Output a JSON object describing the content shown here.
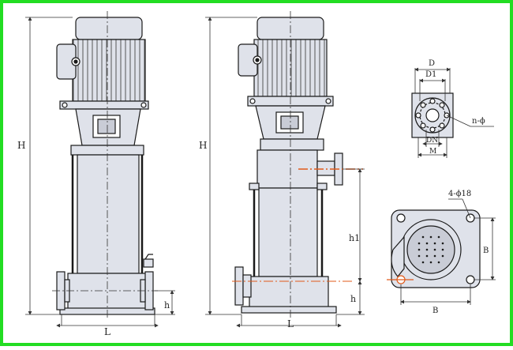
{
  "colors": {
    "border": "#22dd22",
    "body": "#dfe2ea",
    "body_dark": "#c9ccd6",
    "line": "#1a1a1a",
    "dim": "#333333",
    "accent": "#e05a1a"
  },
  "labels": {
    "h_left": "H",
    "h_mid": "H",
    "h1": "h1",
    "h_small_left": "h",
    "h_small_mid": "h",
    "l_left": "L",
    "l_mid": "L",
    "d": "D",
    "d1": "D1",
    "dn": "DN",
    "m": "M",
    "n_phi": "n-ϕ",
    "bolt": "4-ϕ18",
    "b_bottom": "B",
    "b_right": "B"
  }
}
